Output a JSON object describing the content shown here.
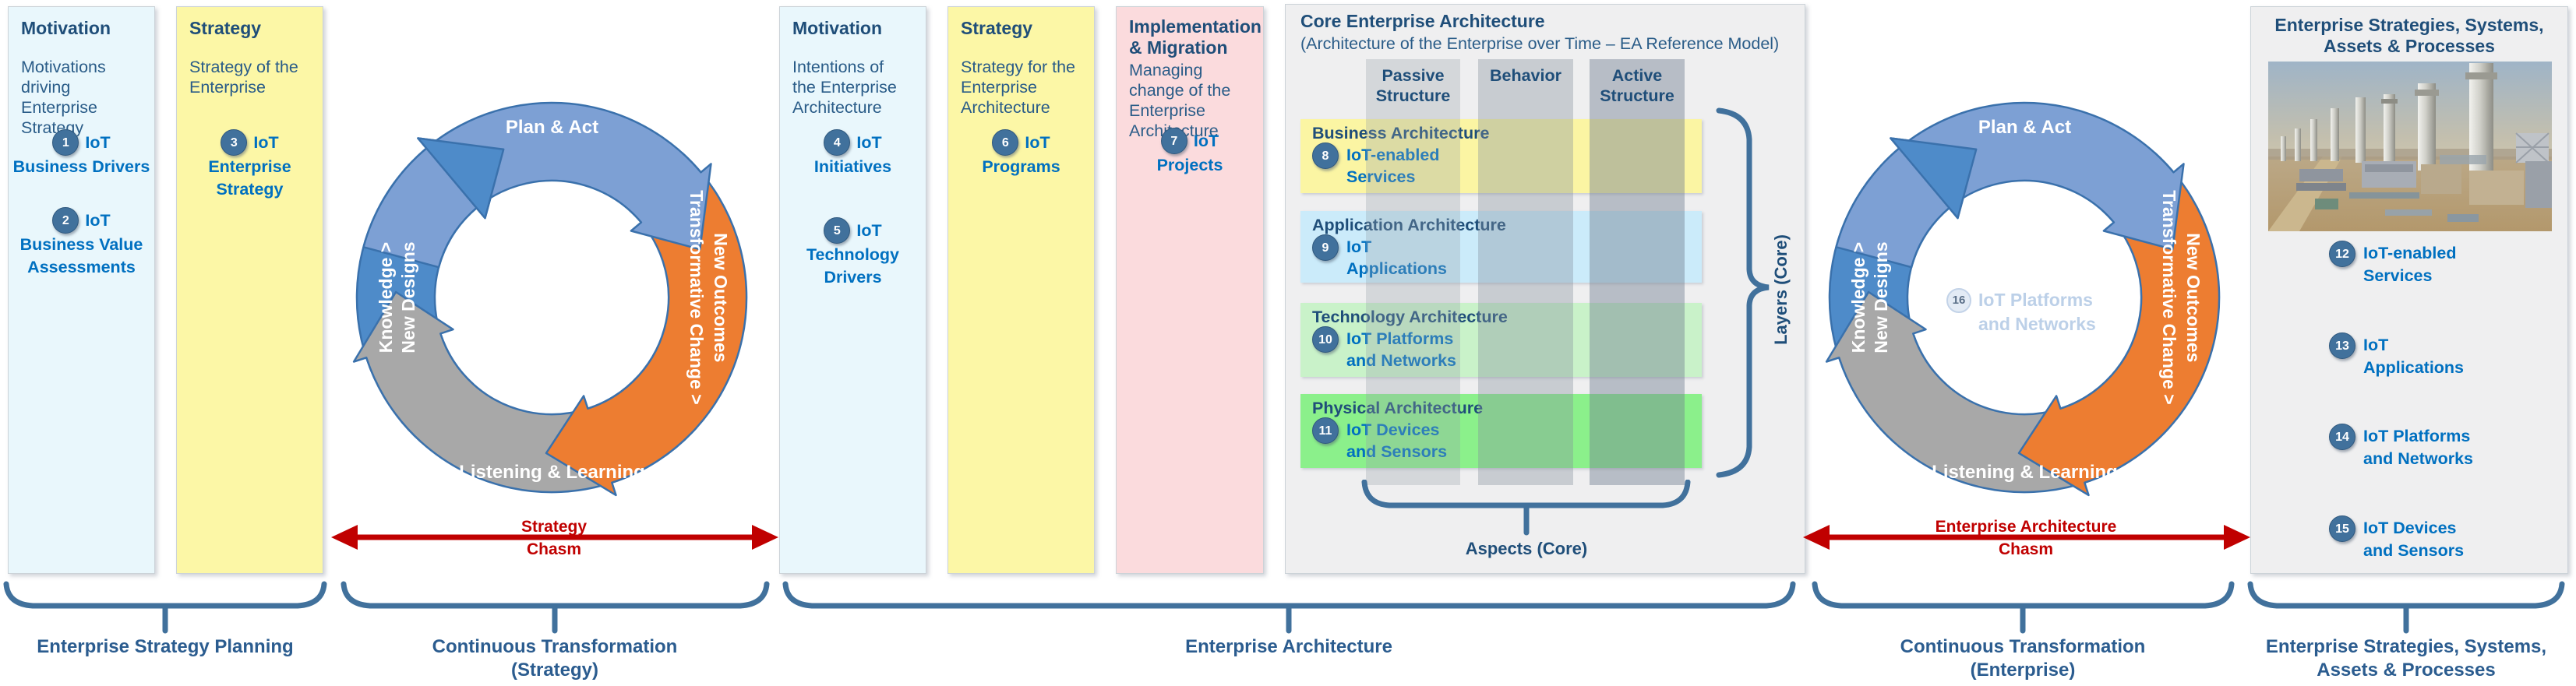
{
  "colors": {
    "navy": "#1F4E79",
    "item_blue": "#0070C0",
    "badge_blue": "#41719C",
    "cycle_light_blue": "#7DA0D4",
    "cycle_blue": "#4E8BC9",
    "cycle_orange": "#ED7D31",
    "cycle_gray": "#A8A8A8",
    "chasm_red": "#C00000",
    "band_business": "#FBF5A3",
    "band_application": "#CBEBFA",
    "band_technology": "#C9F2C9",
    "band_physical": "#8BF08B"
  },
  "left_group": {
    "motivation": {
      "header": "Motivation",
      "body": "Motivations driving Enterprise Strategy",
      "item1": {
        "num": "1",
        "line1": "IoT",
        "line2": "Business Drivers"
      },
      "item2": {
        "num": "2",
        "line1": "IoT",
        "line2": "Business Value",
        "line3": "Assessments"
      }
    },
    "strategy": {
      "header": "Strategy",
      "body": "Strategy of the Enterprise",
      "item": {
        "num": "3",
        "line1": "IoT",
        "line2": "Enterprise",
        "line3": "Strategy"
      }
    }
  },
  "cycle": {
    "top": "Plan & Act",
    "right_line1": "Transformative Change >",
    "right_line2": "New Outcomes",
    "bottom": "Listening & Learning",
    "left_line1": "Knowledge >",
    "left_line2": "New Designs"
  },
  "cycle2_center": {
    "num": "16",
    "line1": "IoT Platforms",
    "line2": "and Networks"
  },
  "mid_group": {
    "motivation": {
      "header": "Motivation",
      "body": "Intentions of the Enterprise Architecture",
      "item1": {
        "num": "4",
        "line1": "IoT",
        "line2": "Initiatives"
      },
      "item2": {
        "num": "5",
        "line1": "IoT",
        "line2": "Technology",
        "line3": "Drivers"
      }
    },
    "strategy": {
      "header": "Strategy",
      "body": "Strategy for the Enterprise Architecture",
      "item": {
        "num": "6",
        "line1": "IoT",
        "line2": "Programs"
      }
    },
    "implementation": {
      "header": "Implementation & Migration",
      "body": "Managing change of the Enterprise Architecture",
      "item": {
        "num": "7",
        "line1": "IoT",
        "line2": "Projects"
      }
    }
  },
  "core_ea": {
    "title": "Core Enterprise Architecture",
    "subtitle": "(Architecture of the Enterprise over Time – EA Reference Model)",
    "col1_line1": "Passive",
    "col1_line2": "Structure",
    "col2_line1": "Behavior",
    "col3_line1": "Active",
    "col3_line2": "Structure",
    "rows": [
      {
        "title": "Business Architecture",
        "num": "8",
        "line1": "IoT-enabled",
        "line2": "Services"
      },
      {
        "title": "Application Architecture",
        "num": "9",
        "line1": "IoT",
        "line2": "Applications"
      },
      {
        "title": "Technology Architecture",
        "num": "10",
        "line1": "IoT Platforms",
        "line2": "and Networks"
      },
      {
        "title": "Physical Architecture",
        "num": "11",
        "line1": "IoT Devices",
        "line2": "and Sensors"
      }
    ],
    "layers_label": "Layers (Core)",
    "aspects_label": "Aspects (Core)"
  },
  "right_panel": {
    "title_line1": "Enterprise Strategies, Systems,",
    "title_line2": "Assets & Processes",
    "items": [
      {
        "num": "12",
        "line1": "IoT-enabled",
        "line2": "Services"
      },
      {
        "num": "13",
        "line1": "IoT",
        "line2": "Applications"
      },
      {
        "num": "14",
        "line1": "IoT Platforms",
        "line2": "and Networks"
      },
      {
        "num": "15",
        "line1": "IoT Devices",
        "line2": "and Sensors"
      }
    ]
  },
  "chasms": {
    "strategy": {
      "line1": "Strategy",
      "line2": "Chasm"
    },
    "enterprise": {
      "line1": "Enterprise Architecture",
      "line2": "Chasm"
    }
  },
  "footer": {
    "b1": "Enterprise Strategy Planning",
    "b2_line1": "Continuous Transformation",
    "b2_line2": "(Strategy)",
    "b3": "Enterprise Architecture",
    "b4_line1": "Continuous Transformation",
    "b4_line2": "(Enterprise)",
    "b5_line1": "Enterprise Strategies, Systems,",
    "b5_line2": "Assets & Processes"
  }
}
